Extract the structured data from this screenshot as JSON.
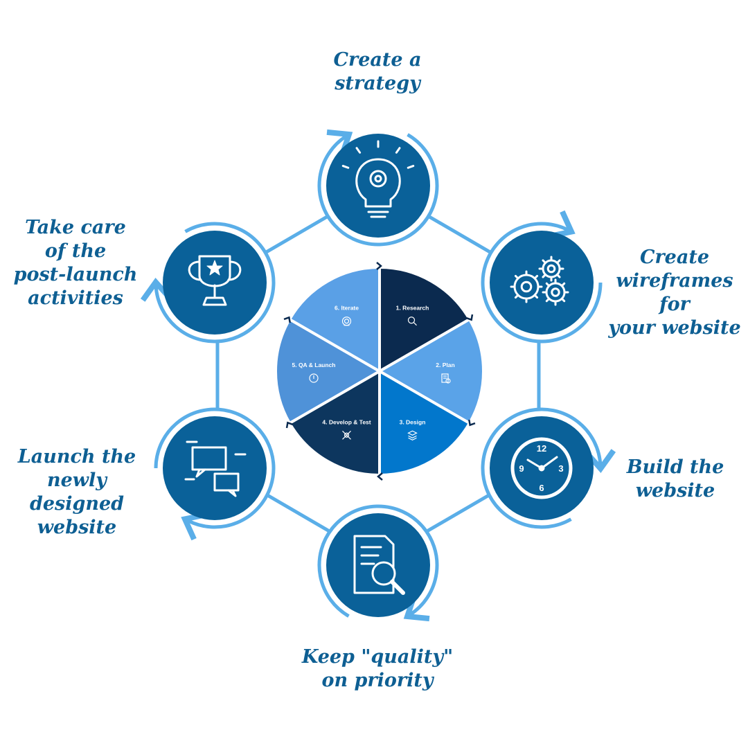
{
  "wheel": {
    "segments": [
      {
        "label": "1. Research",
        "icon": "magnifier-icon",
        "color": "#0b2a4f"
      },
      {
        "label": "2. Plan",
        "icon": "checklist-icon",
        "color": "#5aa3e8"
      },
      {
        "label": "3. Design",
        "icon": "layers-icon",
        "color": "#0277cc"
      },
      {
        "label": "4. Develop & Test",
        "icon": "tools-icon",
        "color": "#0d365e"
      },
      {
        "label": "5. QA & Launch",
        "icon": "power-icon",
        "color": "#4f92d8"
      },
      {
        "label": "6. Iterate",
        "icon": "target-check-icon",
        "color": "#5aa0e6"
      }
    ]
  },
  "steps": [
    {
      "caption": "Create a\nstrategy",
      "icon": "lightbulb-gear-icon"
    },
    {
      "caption": "Create\nwireframes for\nyour website",
      "icon": "gears-icon"
    },
    {
      "caption": "Build the\nwebsite",
      "icon": "clock-icon"
    },
    {
      "caption": "Keep \"quality\"\non priority",
      "icon": "document-search-icon"
    },
    {
      "caption": "Launch the\nnewly designed\nwebsite",
      "icon": "chat-screens-icon"
    },
    {
      "caption": "Take care\nof the\npost-launch\nactivities",
      "icon": "trophy-icon"
    }
  ],
  "colors": {
    "circle_fill": "#0a6199",
    "ring": "#5aaee8",
    "caption": "#0e5f93"
  }
}
